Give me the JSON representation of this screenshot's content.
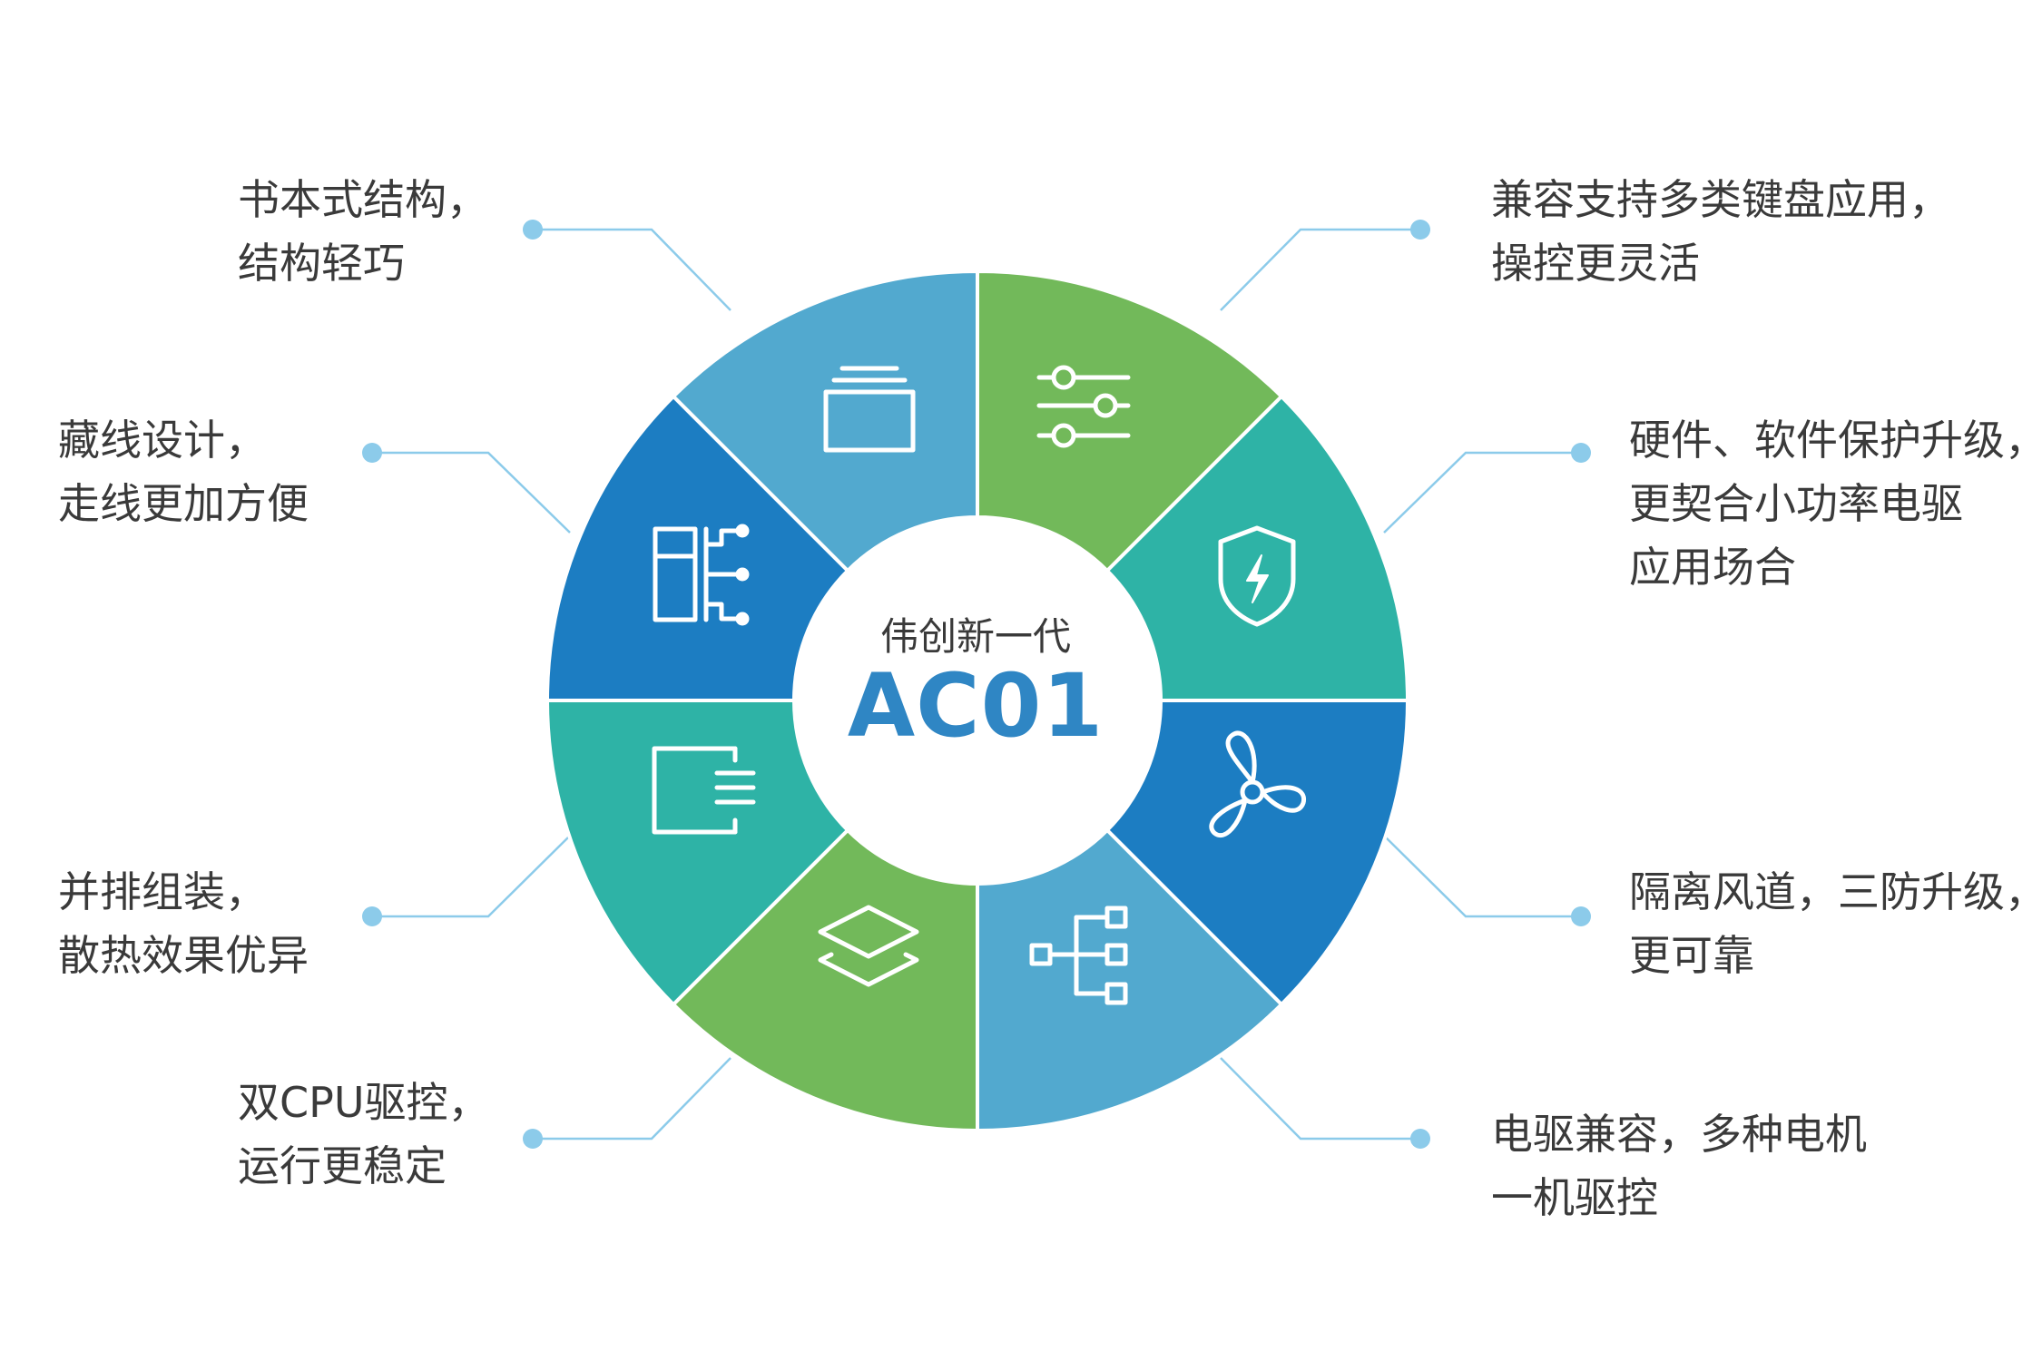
{
  "center": {
    "subtitle": "伟创新一代",
    "title": "AC01"
  },
  "colors": {
    "light_blue": "#52a9cf",
    "green": "#72b95a",
    "teal": "#2eb3a6",
    "blue": "#1c7dc2",
    "connector": "#8ccbea",
    "text": "#3a3a3a",
    "title": "#2f86c4"
  },
  "features": [
    {
      "id": "book-structure",
      "lines": [
        "书本式结构，",
        "结构轻巧"
      ],
      "icon": "folder-icon"
    },
    {
      "id": "keyboard-compat",
      "lines": [
        "兼容支持多类键盘应用，",
        "操控更灵活"
      ],
      "icon": "sliders-icon"
    },
    {
      "id": "hidden-wiring",
      "lines": [
        "藏线设计，",
        "走线更加方便"
      ],
      "icon": "wiring-icon"
    },
    {
      "id": "protection-upgrade",
      "lines": [
        "硬件、软件保护升级，",
        "更契合小功率电驱",
        "应用场合"
      ],
      "icon": "shield-bolt-icon"
    },
    {
      "id": "side-by-side",
      "lines": [
        "并排组装，",
        "散热效果优异"
      ],
      "icon": "heatsink-icon"
    },
    {
      "id": "isolated-airway",
      "lines": [
        "隔离风道，三防升级，",
        "更可靠"
      ],
      "icon": "fan-icon"
    },
    {
      "id": "dual-cpu",
      "lines": [
        "双CPU驱控，",
        "运行更稳定"
      ],
      "icon": "layers-icon"
    },
    {
      "id": "multi-motor",
      "lines": [
        "电驱兼容，多种电机",
        "一机驱控"
      ],
      "icon": "hierarchy-icon"
    }
  ]
}
